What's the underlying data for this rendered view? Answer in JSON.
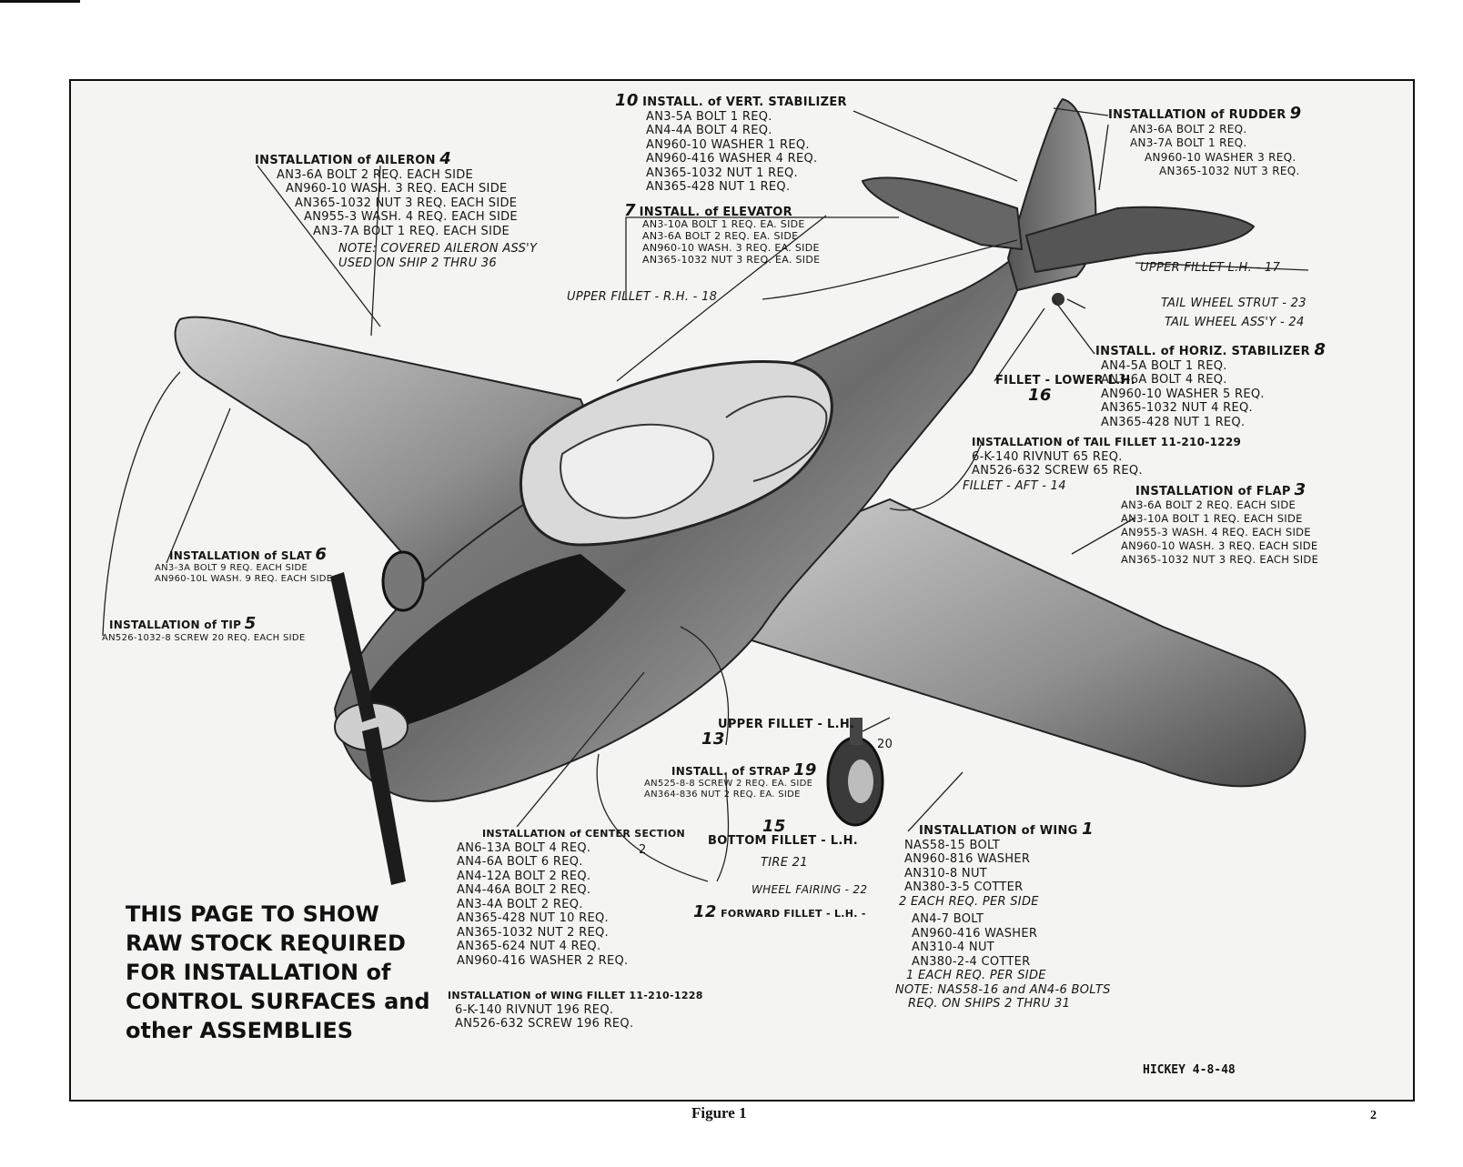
{
  "labels": {
    "vert_stab": {
      "num": "10",
      "title": "INSTALL. of VERT. STABILIZER",
      "lines": [
        "AN3-5A BOLT  1 REQ.",
        "AN4-4A BOLT  4 REQ.",
        "AN960-10 WASHER  1 REQ.",
        "AN960-416 WASHER 4 REQ.",
        "AN365-1032 NUT  1 REQ.",
        "AN365-428 NUT  1 REQ."
      ]
    },
    "rudder": {
      "title": "INSTALLATION of RUDDER",
      "num": "9",
      "lines": [
        "AN3-6A BOLT  2 REQ.",
        "AN3-7A BOLT  1 REQ.",
        "AN960-10 WASHER 3 REQ.",
        "AN365-1032 NUT 3 REQ."
      ]
    },
    "aileron": {
      "title": "INSTALLATION of AILERON",
      "num": "4",
      "lines": [
        "AN3-6A BOLT  2 REQ. EACH SIDE",
        "AN960-10 WASH. 3 REQ. EACH SIDE",
        "AN365-1032 NUT 3 REQ. EACH SIDE",
        "AN955-3 WASH. 4 REQ. EACH SIDE",
        "AN3-7A BOLT  1 REQ. EACH SIDE"
      ],
      "note": [
        "NOTE: COVERED AILERON ASS'Y",
        "USED ON SHIP 2 THRU 36"
      ]
    },
    "elevator": {
      "num": "7",
      "title": "INSTALL. of ELEVATOR",
      "lines": [
        "AN3-10A BOLT 1 REQ. EA. SIDE",
        "AN3-6A BOLT 2 REQ. EA. SIDE",
        "AN960-10 WASH. 3 REQ. EA. SIDE",
        "AN365-1032 NUT 3 REQ. EA. SIDE"
      ]
    },
    "upper_fillet_rh": "UPPER FILLET - R.H. - 18",
    "upper_fillet_lh_17": "UPPER FILLET L.H. - 17",
    "tail_wheel_strut": "TAIL WHEEL STRUT - 23",
    "tail_wheel_assy": "TAIL WHEEL ASS'Y - 24",
    "horiz_stab": {
      "title": "INSTALL. of HORIZ. STABILIZER",
      "num": "8",
      "lines": [
        "AN4-5A BOLT  1 REQ.",
        "AN3-6A BOLT  4 REQ.",
        "AN960-10 WASHER 5 REQ.",
        "AN365-1032 NUT 4 REQ.",
        "AN365-428 NUT  1 REQ."
      ]
    },
    "fillet_lower": {
      "title": "FILLET - LOWER L.H.",
      "num": "16"
    },
    "tail_fillet": {
      "title": "INSTALLATION of TAIL FILLET 11-210-1229",
      "lines": [
        "6-K-140 RIVNUT  65 REQ.",
        "AN526-632 SCREW  65 REQ."
      ]
    },
    "fillet_aft": "FILLET - AFT - 14",
    "flap": {
      "title": "INSTALLATION of FLAP",
      "num": "3",
      "lines": [
        "AN3-6A BOLT 2 REQ. EACH SIDE",
        "AN3-10A BOLT 1 REQ. EACH SIDE",
        "AN955-3 WASH. 4 REQ. EACH SIDE",
        "AN960-10 WASH. 3 REQ. EACH SIDE",
        "AN365-1032 NUT 3 REQ. EACH SIDE"
      ]
    },
    "slat": {
      "title": "INSTALLATION of SLAT",
      "num": "6",
      "lines": [
        "AN3-3A BOLT 9 REQ. EACH SIDE",
        "AN960-10L WASH. 9 REQ. EACH SIDE"
      ]
    },
    "tip": {
      "title": "INSTALLATION of TIP",
      "num": "5",
      "lines": [
        "AN526-1032-8 SCREW 20 REQ. EACH SIDE"
      ]
    },
    "upper_fillet_lh_13": {
      "title": "UPPER FILLET - L.H.",
      "num": "13"
    },
    "num_20": "20",
    "strap": {
      "title": "INSTALL. of STRAP",
      "num": "19",
      "lines": [
        "AN525-8-8 SCREW 2 REQ. EA. SIDE",
        "AN364-836 NUT 2 REQ. EA. SIDE"
      ]
    },
    "center": {
      "title": "INSTALLATION of CENTER SECTION",
      "num": "2",
      "lines": [
        "AN6-13A BOLT 4 REQ.",
        "AN4-6A BOLT 6 REQ.",
        "AN4-12A BOLT 2 REQ.",
        "AN4-46A BOLT 2 REQ.",
        "AN3-4A BOLT  2 REQ.",
        "AN365-428 NUT 10 REQ.",
        "AN365-1032 NUT 2 REQ.",
        "AN365-624 NUT 4 REQ.",
        "AN960-416 WASHER 2 REQ."
      ]
    },
    "bottom_fillet": {
      "num": "15",
      "title": "BOTTOM FILLET - L.H."
    },
    "tire": "TIRE 21",
    "wheel_fairing": "WHEEL FAIRING - 22",
    "forward_fillet": {
      "num": "12",
      "title": "FORWARD FILLET - L.H. -"
    },
    "wing": {
      "title": "INSTALLATION of WING",
      "num": "1",
      "lines": [
        "NAS58-15 BOLT",
        "AN960-816 WASHER",
        "AN310-8 NUT",
        "AN380-3-5 COTTER",
        "2 EACH REQ. PER SIDE",
        "AN4-7 BOLT",
        "AN960-416 WASHER",
        "AN310-4 NUT",
        "AN380-2-4 COTTER",
        "1 EACH REQ. PER SIDE"
      ],
      "note": [
        "NOTE: NAS58-16 and AN4-6 BOLTS",
        "REQ. ON SHIPS 2 THRU 31"
      ]
    },
    "wing_fillet": {
      "title": "INSTALLATION of WING FILLET 11-210-1228",
      "lines": [
        "6-K-140 RIVNUT   196 REQ.",
        "AN526-632 SCREW  196 REQ."
      ]
    }
  },
  "big_note": [
    "THIS PAGE TO SHOW",
    "RAW STOCK REQUIRED",
    "FOR INSTALLATION of",
    "CONTROL SURFACES and",
    "other ASSEMBLIES"
  ],
  "signature": "HICKEY 4-8-48",
  "caption": "Figure 1",
  "page_number": "2"
}
